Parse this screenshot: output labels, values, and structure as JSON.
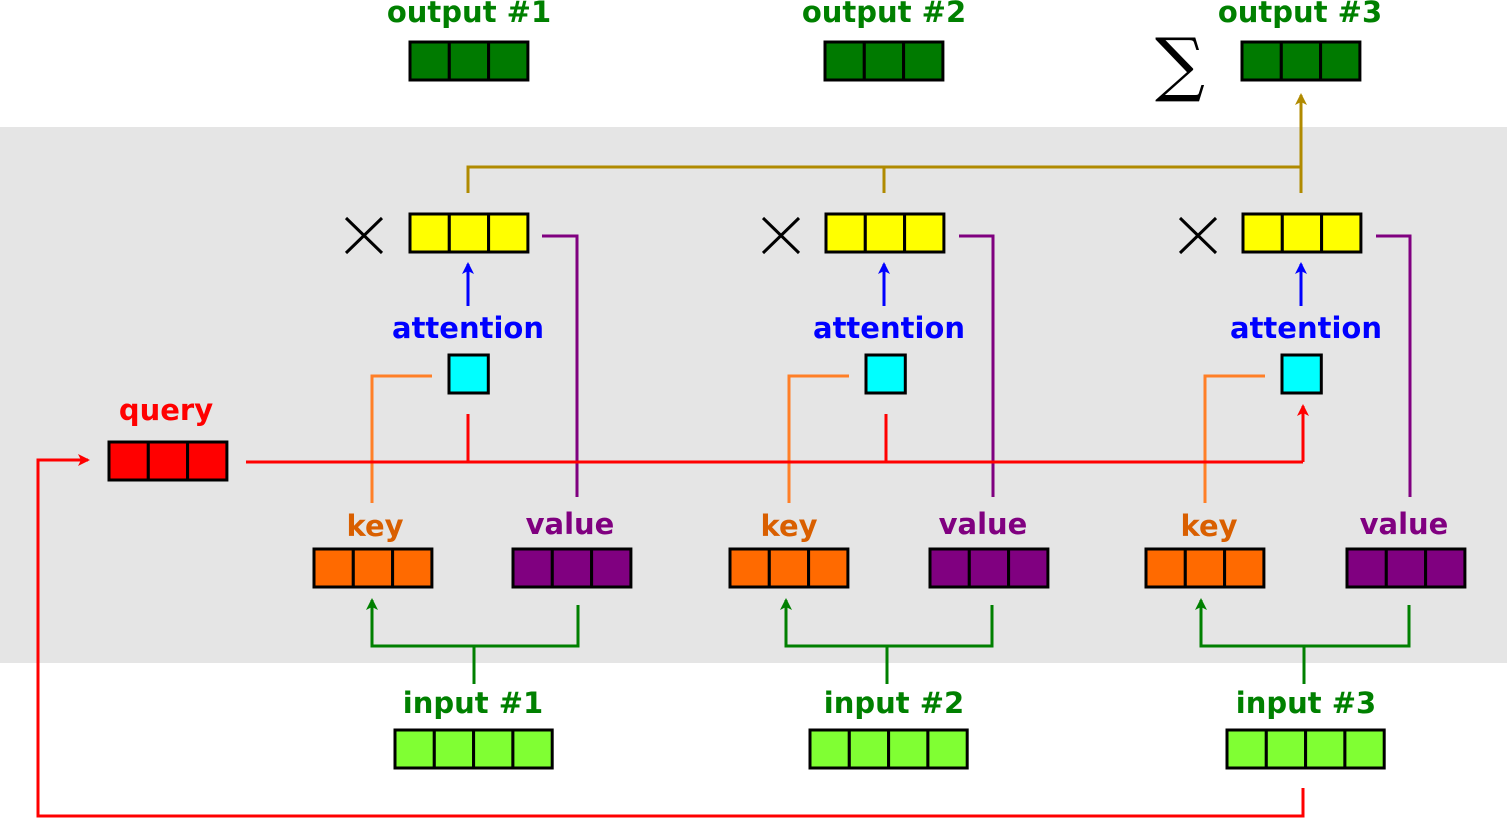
{
  "colors": {
    "background_band": "#e5e5e5",
    "output": "#007a00",
    "weighted": "#ffff00",
    "attention": "#00ffff",
    "query": "#ff0000",
    "key": "#ff6a00",
    "value": "#800080",
    "input": "#80ff33",
    "input_arrow": "#008000",
    "sum_line": "#b08a00",
    "attention_arrow": "#0000ff",
    "key_line": "#ff7f27",
    "value_line": "#800080",
    "query_line": "#ff0000",
    "key_label": "#d95f00",
    "output_label": "#008000"
  },
  "labels": {
    "query": "query",
    "outputs": [
      "output #1",
      "output #2",
      "output #3"
    ],
    "attention": [
      "attention",
      "attention",
      "attention"
    ],
    "keys": [
      "key",
      "key",
      "key"
    ],
    "values": [
      "value",
      "value",
      "value"
    ],
    "inputs": [
      "input #1",
      "input #2",
      "input #3"
    ],
    "sum_symbol": "∑",
    "multiply_symbol": "×"
  }
}
